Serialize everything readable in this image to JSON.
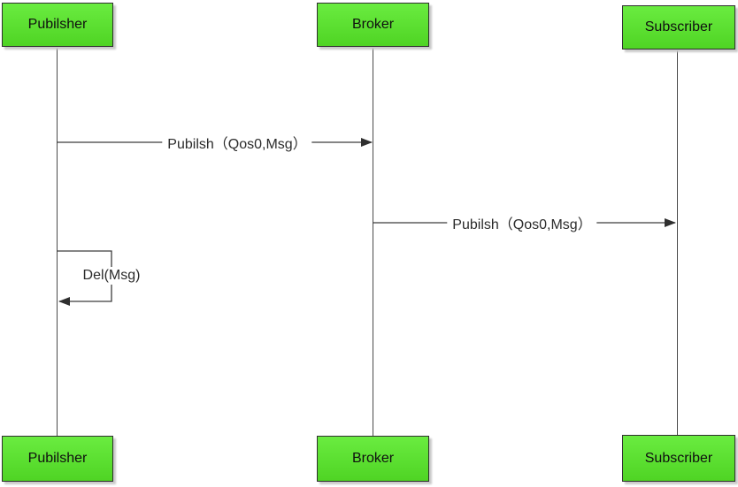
{
  "diagram": {
    "kind": "sequence-diagram",
    "topic": "MQTT QoS0 publish flow",
    "actors": [
      {
        "id": "publisher",
        "label": "Pubilsher"
      },
      {
        "id": "broker",
        "label": "Broker"
      },
      {
        "id": "subscriber",
        "label": "Subscriber"
      }
    ],
    "messages": [
      {
        "from": "publisher",
        "to": "broker",
        "label": "Pubilsh（Qos0,Msg）",
        "kind": "arrow"
      },
      {
        "from": "broker",
        "to": "subscriber",
        "label": "Pubilsh（Qos0,Msg）",
        "kind": "arrow"
      },
      {
        "from": "publisher",
        "to": "publisher",
        "label": "Del(Msg)",
        "kind": "self-loop"
      }
    ],
    "colors": {
      "actor_fill_top": "#6aec40",
      "actor_fill_bottom": "#4fd424",
      "actor_border": "#2e2e2e",
      "actor_shadow": "#c9c9c9",
      "line": "#3c3c3c",
      "text": "#2b2b2b",
      "background": "#ffffff"
    }
  }
}
